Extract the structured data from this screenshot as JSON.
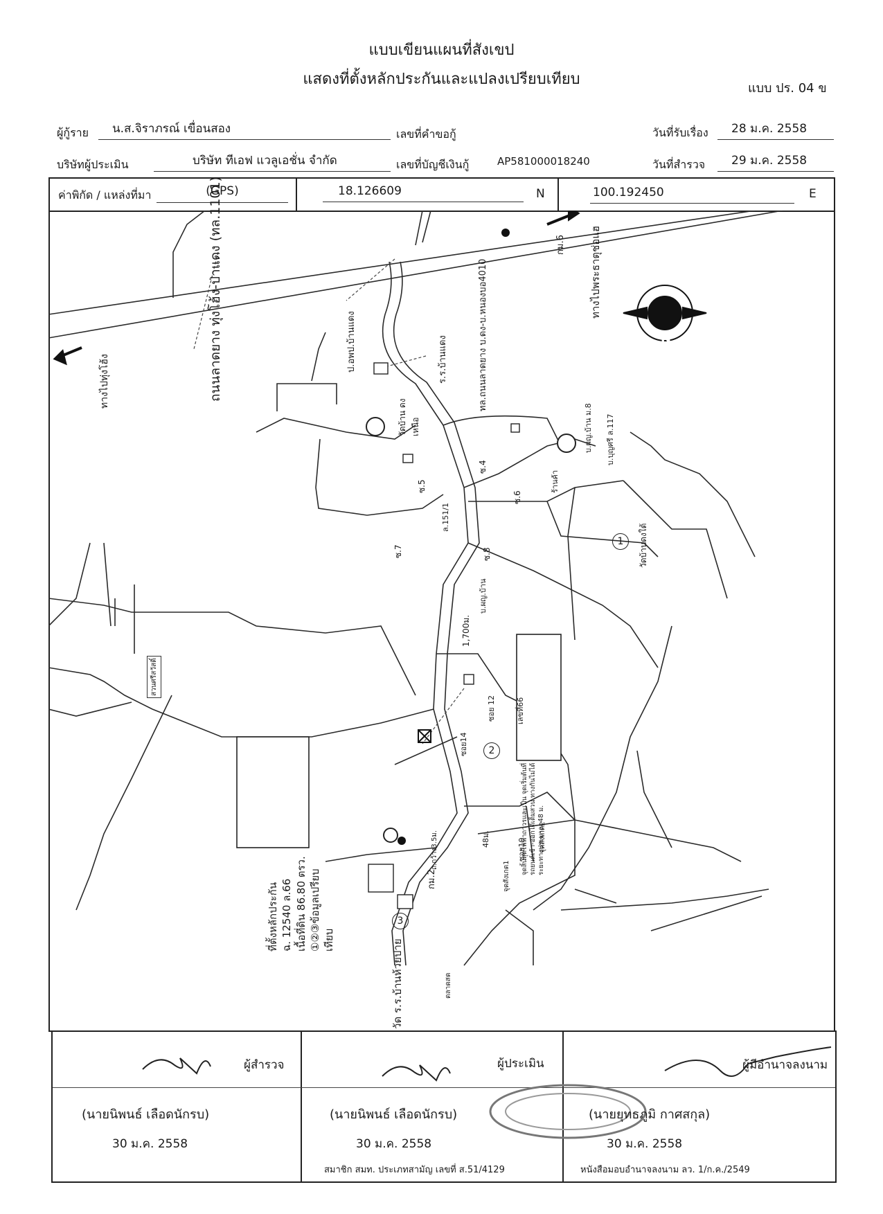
{
  "header": {
    "title1": "แบบเขียนแผนที่สังเขป",
    "title2": "แสดงที่ตั้งหลักประกันและแปลงเปรียบเทียบ",
    "form_code": "แบบ ปร. 04 ข"
  },
  "info": {
    "borrower_label": "ผู้กู้ราย",
    "borrower_value": "น.ส.จิราภรณ์  เขื่อนสอง",
    "request_no_label": "เลขที่คำขอกู้",
    "received_label": "วันที่รับเรื่อง",
    "received_value": "28  ม.ค. 2558",
    "appraiser_co_label": "บริษัทผู้ประเมิน",
    "appraiser_co_value": "บริษัท ทีเอฟ แวลูเอชั่น จำกัด",
    "loan_acct_label": "เลขที่บัญชีเงินกู้",
    "loan_acct_value": "AP581000018240",
    "survey_label": "วันที่สำรวจ",
    "survey_value": "29  ม.ค. 2558"
  },
  "coords": {
    "label": "ค่าพิกัด / แหล่งที่มา",
    "source": "(GPS)",
    "lat": "18.126609",
    "lat_dir": "N",
    "lon": "100.192450",
    "lon_dir": "E"
  },
  "map": {
    "highway": "ถนนลาดยาง ทุ่งโฮ้ง-ป่าแดง (ทล.1101)",
    "to_north": "ทางไปพระธาตุช่อแฮ",
    "to_south": "ทางไปทุ่งโฮ้ง",
    "km6": "กม.6",
    "km2": "กม.2",
    "post_office": "ป.อพป.บ้านแดง",
    "rural_road": "ทล.ถนนลาดยาง บ.ดง-บ.หนองบอ4010",
    "school_dong": "ร.ร.บ้านแดง",
    "temple_north": "วัดบ้าน ดงเหนือ",
    "temple_south": "วัดบ้านดงใต้",
    "soi4": "ซ.4",
    "soi5": "ซ.5",
    "soi6": "ซ.6",
    "soi7": "ซ.7",
    "soi8": "ซ.8",
    "soi10": "ซอย10",
    "soi12": "ซอย 12",
    "soi14": "ซอย14",
    "house_151": "ล.151/1",
    "house_117": "บ.บุญศรี ล.117",
    "headman_8": "บ.ผญ.บ้าน ม.8",
    "headman": "บ.ผญ.บ้าน",
    "shop": "ร้านค้า",
    "house_66": "เลขที่66",
    "distance": "1,700ม.",
    "garden": "สวนศรีสวัสดิ์",
    "width": "48ม.",
    "road_width": "ถ.กว้าง3.5ม.",
    "ref1": "จุดสังเกต1",
    "ref2": "จุดสังเกต2",
    "school_south": "วัด ร.ร.บ้านห้วยปาย",
    "market": "ตลาดสด",
    "compass": "N",
    "num1": "1",
    "num2": "2",
    "num3": "3",
    "note_box": "จุดสิ้นสุดไฟฟ้าถาวรและเป็น จุดเริ่มต้นที่รถยนต์เข้า-ออกได้เต็มสวน ทางกันไม่ได้ระยะทางประมาณ 48 ม.",
    "legend_title": "ที่ตั้งหลักประกัน",
    "legend_deed": "ฉ. 12540 ล.66",
    "legend_area": "เนื้อที่ดิน 86.80 ตรว.",
    "legend_comp": "①②③ข้อมูลเปรียบเทียบ"
  },
  "signatures": [
    {
      "role": "ผู้สำรวจ",
      "name": "(นายนิพนธ์  เลือดนักรบ)",
      "date": "30  ม.ค. 2558",
      "note": ""
    },
    {
      "role": "ผู้ประเมิน",
      "name": "(นายนิพนธ์  เลือดนักรบ)",
      "date": "30  ม.ค. 2558",
      "note": "สมาชิก สมท. ประเภทสามัญ เลขที่ ส.51/4129"
    },
    {
      "role": "ผู้มีอำนาจลงนาม",
      "name": "(นายยุทธภูมิ  กาศสกุล)",
      "date": "30  ม.ค. 2558",
      "note": "หนังสือมอบอำนาจลงนาม ลว. 1/ก.ค./2549"
    }
  ]
}
